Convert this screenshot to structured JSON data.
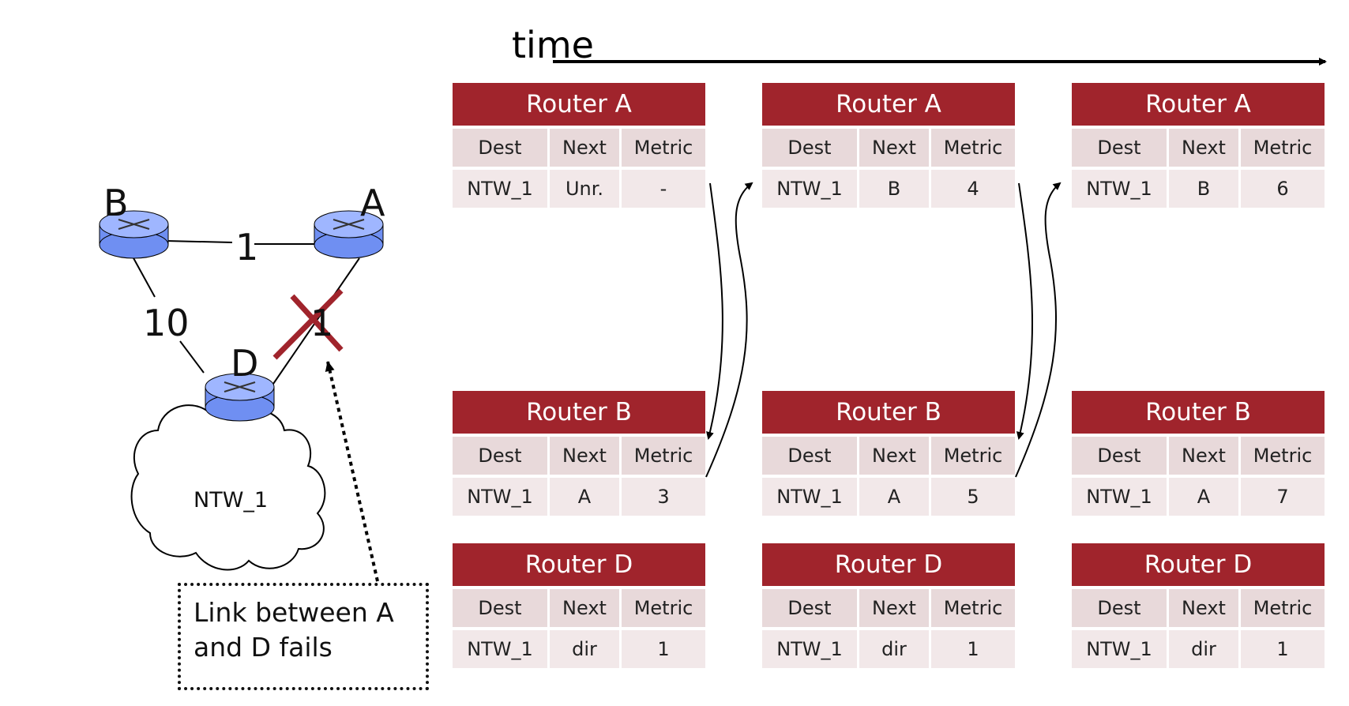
{
  "time_label": "time",
  "network": {
    "nodes": {
      "B": "B",
      "A": "A",
      "D": "D"
    },
    "weights": {
      "b_a": "1",
      "b_d": "10",
      "a_d": "1"
    },
    "cloud_label": "NTW_1",
    "failure_note": "Link between A and D fails"
  },
  "table_header": [
    "Dest",
    "Next",
    "Metric"
  ],
  "snapshots": [
    {
      "router_a": {
        "title": "Router A",
        "row": [
          "NTW_1",
          "Unr.",
          "-"
        ]
      },
      "router_b": {
        "title": "Router B",
        "row": [
          "NTW_1",
          "A",
          "3"
        ]
      },
      "router_d": {
        "title": "Router D",
        "row": [
          "NTW_1",
          "dir",
          "1"
        ]
      }
    },
    {
      "router_a": {
        "title": "Router A",
        "row": [
          "NTW_1",
          "B",
          "4"
        ]
      },
      "router_b": {
        "title": "Router B",
        "row": [
          "NTW_1",
          "A",
          "5"
        ]
      },
      "router_d": {
        "title": "Router D",
        "row": [
          "NTW_1",
          "dir",
          "1"
        ]
      }
    },
    {
      "router_a": {
        "title": "Router A",
        "row": [
          "NTW_1",
          "B",
          "6"
        ]
      },
      "router_b": {
        "title": "Router B",
        "row": [
          "NTW_1",
          "A",
          "7"
        ]
      },
      "router_d": {
        "title": "Router D",
        "row": [
          "NTW_1",
          "dir",
          "1"
        ]
      }
    }
  ],
  "colors": {
    "header": "#a0242c",
    "cell": "#e8d9da",
    "failure_x": "#a0242c",
    "router": "#6f8ff2"
  }
}
